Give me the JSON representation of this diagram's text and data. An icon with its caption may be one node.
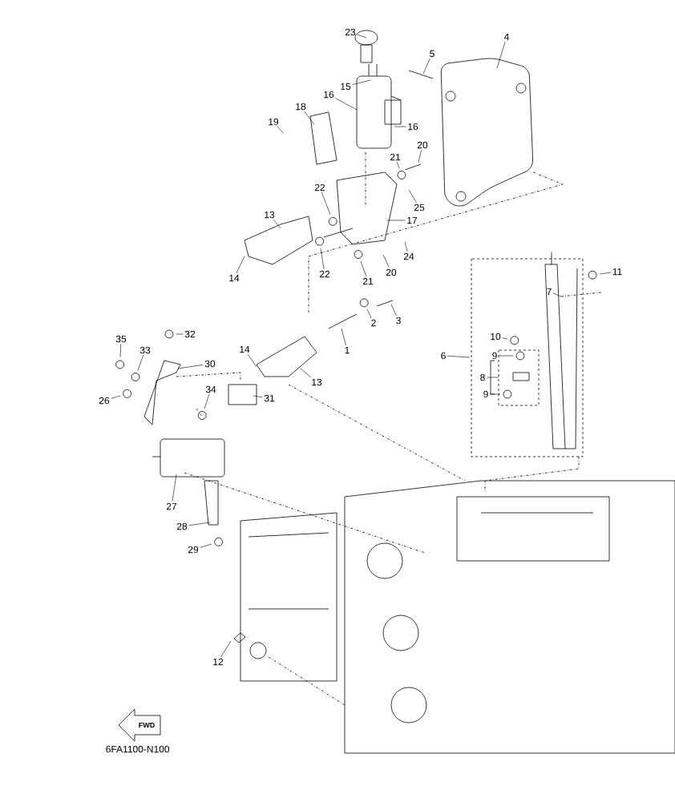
{
  "diagram": {
    "nodes": [
      {
        "text": [
          "23"
        ]
      },
      {
        "text": [
          "15"
        ]
      },
      {
        "text": [
          "16"
        ]
      },
      {
        "text": [
          "16"
        ]
      },
      {
        "text": [
          "4"
        ]
      },
      {
        "text": [
          "5"
        ]
      },
      {
        "text": [
          "18"
        ]
      },
      {
        "text": [
          "19"
        ]
      },
      {
        "text": [
          "21"
        ]
      },
      {
        "text": [
          "20"
        ]
      },
      {
        "text": [
          "22"
        ]
      },
      {
        "text": [
          "25"
        ]
      },
      {
        "text": [
          "17"
        ]
      },
      {
        "text": [
          "13"
        ]
      },
      {
        "text": [
          "14"
        ]
      },
      {
        "text": [
          "22"
        ]
      },
      {
        "text": [
          "21"
        ]
      },
      {
        "text": [
          "20"
        ]
      },
      {
        "text": [
          "24"
        ]
      },
      {
        "text": [
          "11"
        ]
      },
      {
        "text": [
          "7"
        ]
      },
      {
        "text": [
          "3"
        ]
      },
      {
        "text": [
          "2"
        ]
      },
      {
        "text": [
          "10"
        ]
      },
      {
        "text": [
          "1"
        ]
      },
      {
        "text": [
          "6"
        ]
      },
      {
        "text": [
          "9"
        ]
      },
      {
        "text": [
          "8"
        ]
      },
      {
        "text": [
          "9"
        ]
      },
      {
        "text": [
          "32"
        ]
      },
      {
        "text": [
          "35"
        ]
      },
      {
        "text": [
          "33"
        ]
      },
      {
        "text": [
          "14"
        ]
      },
      {
        "text": [
          "30"
        ]
      },
      {
        "text": [
          "13"
        ]
      },
      {
        "text": [
          "34"
        ]
      },
      {
        "text": [
          "31"
        ]
      },
      {
        "text": [
          "26"
        ]
      },
      {
        "text": [
          "27"
        ]
      },
      {
        "text": [
          "28"
        ]
      },
      {
        "text": [
          "29"
        ]
      },
      {
        "text": [
          "12"
        ]
      }
    ],
    "edges": [
      {
        "from": 0,
        "to": null,
        "arrow": "none"
      },
      {
        "from": 1,
        "to": null,
        "arrow": "none"
      },
      {
        "from": 2,
        "to": null,
        "arrow": "none"
      },
      {
        "from": 3,
        "to": null,
        "arrow": "none"
      },
      {
        "from": 4,
        "to": null,
        "arrow": "none"
      },
      {
        "from": 5,
        "to": null,
        "arrow": "none"
      },
      {
        "from": 6,
        "to": null,
        "arrow": "none"
      },
      {
        "from": 7,
        "to": null,
        "arrow": "none"
      },
      {
        "from": 8,
        "to": null,
        "arrow": "none"
      },
      {
        "from": 9,
        "to": null,
        "arrow": "none"
      },
      {
        "from": 10,
        "to": null,
        "arrow": "none"
      },
      {
        "from": 11,
        "to": null,
        "arrow": "none"
      },
      {
        "from": 12,
        "to": null,
        "arrow": "none"
      },
      {
        "from": 13,
        "to": null,
        "arrow": "none"
      },
      {
        "from": 14,
        "to": null,
        "arrow": "none"
      },
      {
        "from": 15,
        "to": null,
        "arrow": "none"
      },
      {
        "from": 16,
        "to": null,
        "arrow": "none"
      },
      {
        "from": 17,
        "to": null,
        "arrow": "none"
      },
      {
        "from": 18,
        "to": null,
        "arrow": "none"
      },
      {
        "from": 19,
        "to": null,
        "arrow": "none"
      },
      {
        "from": 20,
        "to": null,
        "arrow": "none"
      },
      {
        "from": 21,
        "to": null,
        "arrow": "none"
      },
      {
        "from": 22,
        "to": null,
        "arrow": "none"
      },
      {
        "from": 23,
        "to": null,
        "arrow": "none"
      },
      {
        "from": 24,
        "to": null,
        "arrow": "none"
      },
      {
        "from": 25,
        "to": null,
        "arrow": "none"
      },
      {
        "from": 26,
        "to": null,
        "arrow": "none"
      },
      {
        "from": 27,
        "to": null,
        "arrow": "none"
      },
      {
        "from": 28,
        "to": null,
        "arrow": "none"
      },
      {
        "from": 29,
        "to": null,
        "arrow": "none"
      },
      {
        "from": 30,
        "to": null,
        "arrow": "none"
      },
      {
        "from": 31,
        "to": null,
        "arrow": "none"
      },
      {
        "from": 32,
        "to": null,
        "arrow": "none"
      },
      {
        "from": 33,
        "to": null,
        "arrow": "none"
      },
      {
        "from": 34,
        "to": null,
        "arrow": "none"
      },
      {
        "from": 35,
        "to": null,
        "arrow": "none"
      },
      {
        "from": 36,
        "to": null,
        "arrow": "none"
      },
      {
        "from": 37,
        "to": null,
        "arrow": "none"
      },
      {
        "from": 38,
        "to": null,
        "arrow": "none"
      },
      {
        "from": 39,
        "to": null,
        "arrow": "none"
      },
      {
        "from": 40,
        "to": null,
        "arrow": "none"
      },
      {
        "from": 41,
        "to": null,
        "arrow": "none"
      }
    ],
    "labels": [
      "FWD",
      "6FA1100-N100"
    ]
  }
}
